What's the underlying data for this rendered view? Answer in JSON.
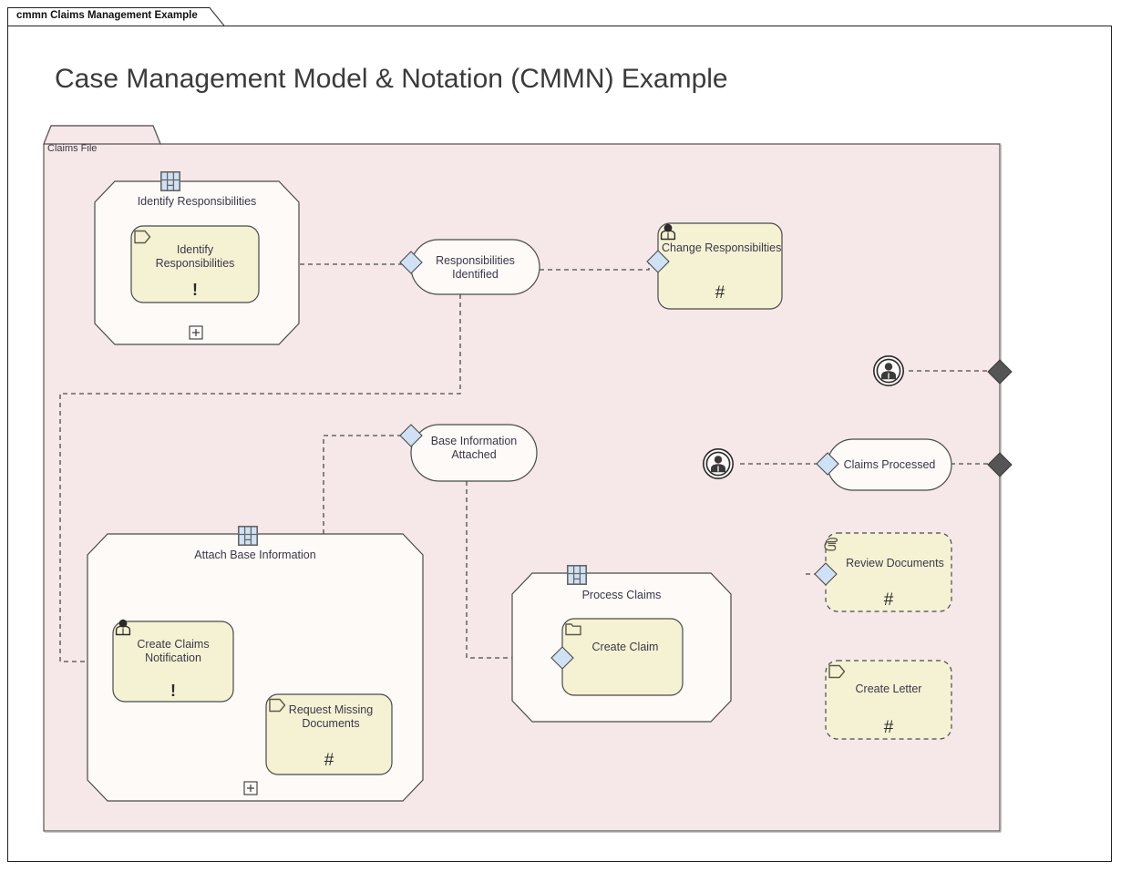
{
  "window": {
    "tab_label": "cmmn Claims Management Example"
  },
  "diagram": {
    "title": "Case Management Model & Notation (CMMN) Example",
    "type": "cmmn",
    "case_plan_model": {
      "name": "Claims File",
      "planning_table_icon": "planning-table-icon",
      "fill": "#f6e8e8",
      "stroke": "#555555"
    },
    "colors": {
      "case_plan_fill": "#f6e8e8",
      "stage_fill": "#fdfaf8",
      "task_fill": "#f5f2d4",
      "milestone_fill": "#fdfaf8",
      "criterion_entry_fill": "#cfe2f5",
      "criterion_exit_fill": "#555555",
      "stroke": "#4a4a4a",
      "text": "#3b3748",
      "icon_blue": "#cfe2f5"
    },
    "stages": [
      {
        "id": "identify-responsibilities-stage",
        "name": "Identify Responsibilities",
        "planning_table_icon": "planning-table-icon",
        "collapse_marker": "+",
        "tasks": [
          {
            "id": "identify-responsibilities-task",
            "name": "Identify Responsibilities",
            "icon": "process-task-icon",
            "marker": "!",
            "marker_name": "required-marker",
            "discretionary": false
          }
        ]
      },
      {
        "id": "attach-base-information-stage",
        "name": "Attach Base Information",
        "planning_table_icon": "planning-table-icon",
        "collapse_marker": "+",
        "tasks": [
          {
            "id": "create-claims-notification-task",
            "name": "Create Claims Notification",
            "icon": "human-task-icon",
            "marker": "!",
            "marker_name": "required-marker",
            "discretionary": false
          },
          {
            "id": "request-missing-documents-task",
            "name": "Request Missing Documents",
            "icon": "process-task-icon",
            "marker": "#",
            "marker_name": "repetition-marker",
            "discretionary": false
          }
        ]
      },
      {
        "id": "process-claims-stage",
        "name": "Process Claims",
        "planning_table_icon": "planning-table-icon",
        "collapse_marker": "",
        "tasks": [
          {
            "id": "create-claim-task",
            "name": "Create Claim",
            "icon": "case-task-icon",
            "marker": "",
            "marker_name": "",
            "discretionary": false
          }
        ]
      }
    ],
    "tasks": [
      {
        "id": "change-responsibilities-task",
        "name": "Change Responsibilties",
        "icon": "human-task-icon",
        "marker": "#",
        "marker_name": "repetition-marker",
        "discretionary": false
      },
      {
        "id": "review-documents-task",
        "name": "Review Documents",
        "icon": "manual-task-icon",
        "marker": "#",
        "marker_name": "repetition-marker",
        "discretionary": true
      },
      {
        "id": "create-letter-task",
        "name": "Create Letter",
        "icon": "process-task-icon",
        "marker": "#",
        "marker_name": "repetition-marker",
        "discretionary": true
      }
    ],
    "milestones": [
      {
        "id": "responsibilities-identified-milestone",
        "name": "Responsibilities Identified"
      },
      {
        "id": "base-information-attached-milestone",
        "name": "Base Information Attached"
      },
      {
        "id": "claims-processed-milestone",
        "name": "Claims Processed"
      }
    ],
    "event_listeners": [
      {
        "id": "user-event-listener-top",
        "icon": "user-event-listener-icon",
        "name": ""
      },
      {
        "id": "user-event-listener-bottom",
        "icon": "user-event-listener-icon",
        "name": ""
      }
    ],
    "criteria": {
      "entry_count": 6,
      "exit_count": 2
    }
  }
}
